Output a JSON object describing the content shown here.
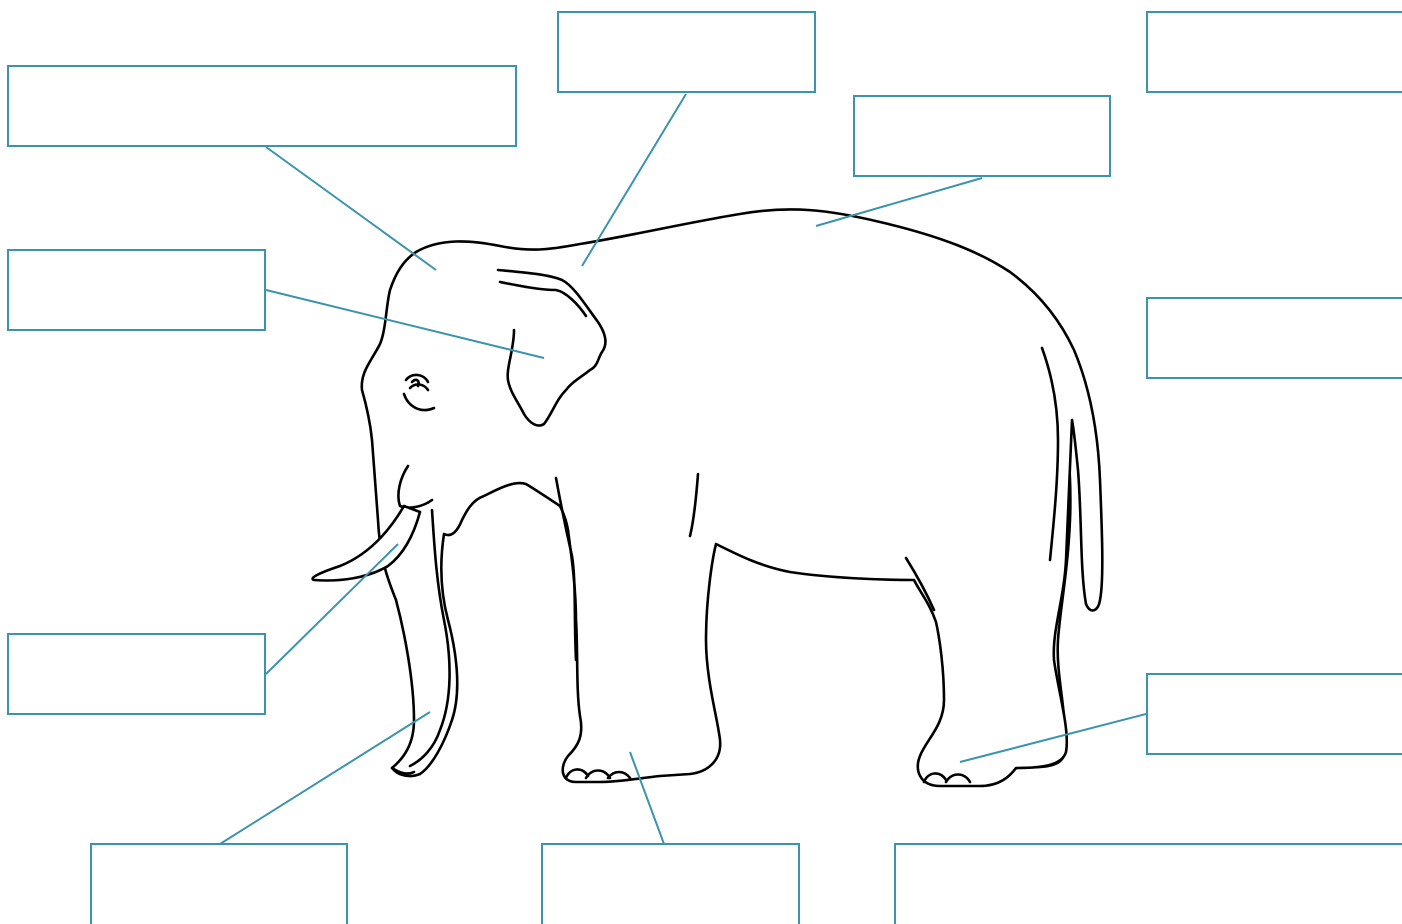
{
  "diagram": {
    "labels": [
      {
        "id": "head",
        "text": ""
      },
      {
        "id": "neck",
        "text": ""
      },
      {
        "id": "back",
        "text": ""
      },
      {
        "id": "top-right",
        "text": ""
      },
      {
        "id": "ear",
        "text": ""
      },
      {
        "id": "tail",
        "text": ""
      },
      {
        "id": "tusk",
        "text": ""
      },
      {
        "id": "hind-foot",
        "text": ""
      },
      {
        "id": "trunk",
        "text": ""
      },
      {
        "id": "front-foot",
        "text": ""
      },
      {
        "id": "bottom-right",
        "text": ""
      }
    ]
  },
  "colors": {
    "line_color": "#3c93ad",
    "outline": "#000000",
    "background": "#ffffff"
  }
}
